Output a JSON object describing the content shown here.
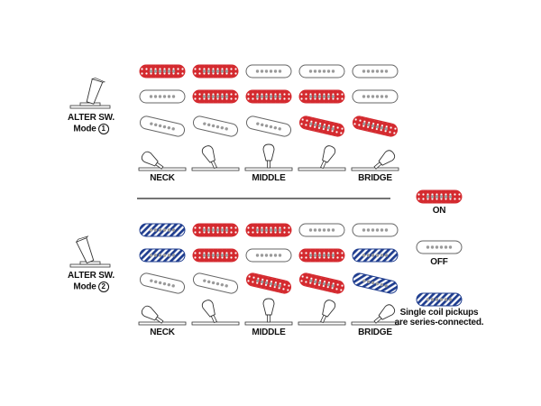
{
  "colors": {
    "on": "#d42a2f",
    "series": "#1f3d8f",
    "off_stroke": "#666666",
    "dot": "#9a9a9a"
  },
  "positions": [
    "NECK",
    "",
    "MIDDLE",
    "",
    "BRIDGE"
  ],
  "modes": [
    {
      "label": "ALTER SW.",
      "mode_text": "Mode",
      "mode_number": "1",
      "alter_lever": "right",
      "grid": [
        [
          "on",
          "off",
          "off"
        ],
        [
          "on",
          "on",
          "off"
        ],
        [
          "off",
          "on",
          "off"
        ],
        [
          "off",
          "on",
          "on"
        ],
        [
          "off",
          "off",
          "on"
        ]
      ]
    },
    {
      "label": "ALTER SW.",
      "mode_text": "Mode",
      "mode_number": "2",
      "alter_lever": "left",
      "grid": [
        [
          "series",
          "series",
          "off"
        ],
        [
          "on",
          "on",
          "off"
        ],
        [
          "on",
          "off",
          "on"
        ],
        [
          "off",
          "on",
          "on"
        ],
        [
          "off",
          "series",
          "series"
        ]
      ]
    }
  ],
  "legend": {
    "on": "ON",
    "off": "OFF",
    "series_line1": "Single coil pickups",
    "series_line2": "are series-connected."
  }
}
